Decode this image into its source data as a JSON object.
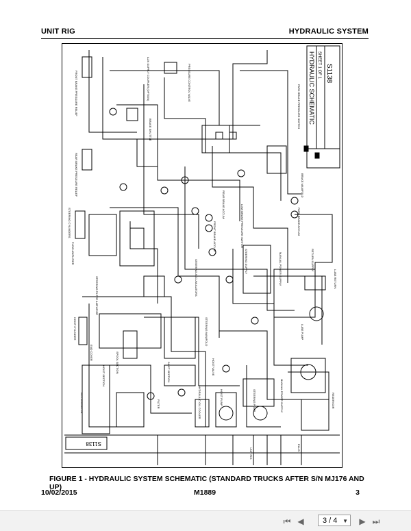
{
  "header": {
    "left": "UNIT RIG",
    "right": "HYDRAULIC SYSTEM"
  },
  "title_block": {
    "title": "HYDRAULIC SCHEMATIC",
    "sheet": "SHEET 1 OF 1",
    "drawing_number": "S1138"
  },
  "schematic_labels": {
    "aux_supply": "AUX SUPPLY COUPLER (OPTION)",
    "front_brake": "FRONT BRAKE PRESSURE RELIEF",
    "rear_brake": "REAR BRAKE PRESSURE RELIEF",
    "brake_shuttle": "BRAKE SHUTTLE",
    "pressure_control": "PRESSURE CONTROL VALVE",
    "park_brake": "PARK BRAKE PRESSURE SWITCH",
    "brake_manifold": "BRAKE MANIFOLD",
    "rear_brake_accum": "REAR BRAKE ACCUM",
    "front_brake_accum": "FRONT BRAKE ACCUM",
    "park_brake_accum": "PARK BRAKE ACCUM",
    "low_brake": "LOW BRAKE PRESSURE SWITCH",
    "flow_amplifier": "FLOW AMPLIFIER",
    "steering_cylinders": "STEERING CYLINDERS",
    "steering_filter": "STEERING FILTER AMPLIFIER",
    "steering_accumulators": "STEERING ACCUMULATORS",
    "steering_supply": "STEERING SUPPLY",
    "steering_manifold": "STEERING MANIFOLD",
    "manual_power": "MANUAL POWER SUPPLY",
    "return_supply": "RETURN SUPPLY",
    "lube_return": "LUBE RETURN",
    "lube_pump": "LUBE PUMP",
    "hoist_cylinder": "HOIST CYLINDER",
    "hoist_section": "HOIST SECTION",
    "spool_section": "SPOOL SECTION",
    "inlet_section": "INLET SECTION",
    "end_cover": "END COVER",
    "hoist_valve": "HOIST VALVE",
    "manual_supply": "MANUAL POWER SUPPLY",
    "hydraulic_oil": "HYDRAULIC OIL COOLER",
    "filter": "FILTER",
    "steering_pump": "STEERING PUMP",
    "hoist_pump": "HOIST PUMP",
    "reservoir": "RESERVOIR",
    "accumulator": "ACCUMULATOR",
    "unit_rig": "UNIT RIG",
    "ellis": "ELLIS"
  },
  "caption": "FIGURE 1 - HYDRAULIC SYSTEM SCHEMATIC (STANDARD TRUCKS AFTER S/N MJ176 AND UP)",
  "footer": {
    "date": "10/02/2015",
    "doc": "M1889",
    "page": "3"
  },
  "viewer": {
    "page_indicator": "3 / 4"
  }
}
